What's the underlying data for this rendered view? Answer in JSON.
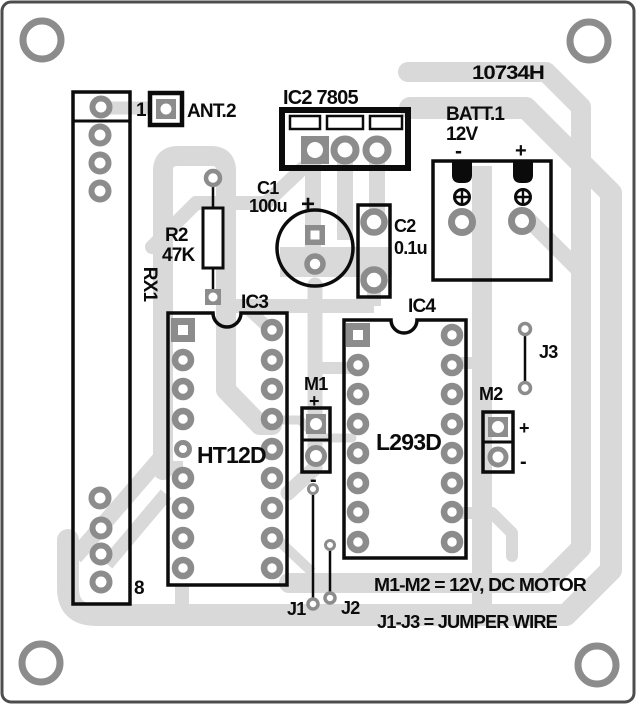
{
  "diagram": {
    "code": "10734H",
    "components": {
      "rx1": {
        "label": "RX1",
        "pin_first": "1",
        "pin_last": "8"
      },
      "ant": {
        "label": "ANT.2"
      },
      "ic2": {
        "label": "IC2 7805"
      },
      "batt": {
        "label": "BATT.1",
        "voltage": "12V",
        "minus": "-",
        "plus": "+"
      },
      "c1": {
        "label": "C1",
        "value": "100u",
        "plus": "+"
      },
      "c2": {
        "label": "C2",
        "value": "0.1u"
      },
      "r2": {
        "label": "R2",
        "value": "47K"
      },
      "ic3": {
        "label": "IC3",
        "part": "HT12D"
      },
      "ic4": {
        "label": "IC4",
        "part": "L293D"
      },
      "m1": {
        "label": "M1",
        "plus": "+",
        "minus": "-"
      },
      "m2": {
        "label": "M2",
        "plus": "+",
        "minus": "-"
      },
      "j1": {
        "label": "J1"
      },
      "j2": {
        "label": "J2"
      },
      "j3": {
        "label": "J3"
      }
    },
    "notes": {
      "motors": "M1-M2 = 12V, DC MOTOR",
      "jumpers": "J1-J3 = JUMPER WIRE"
    }
  },
  "colors": {
    "trace": "#d9d9d9",
    "pad": "#8c8c8c",
    "outline": "#0b0b0b",
    "board": "#ffffff",
    "border": "#4d4d4d"
  }
}
